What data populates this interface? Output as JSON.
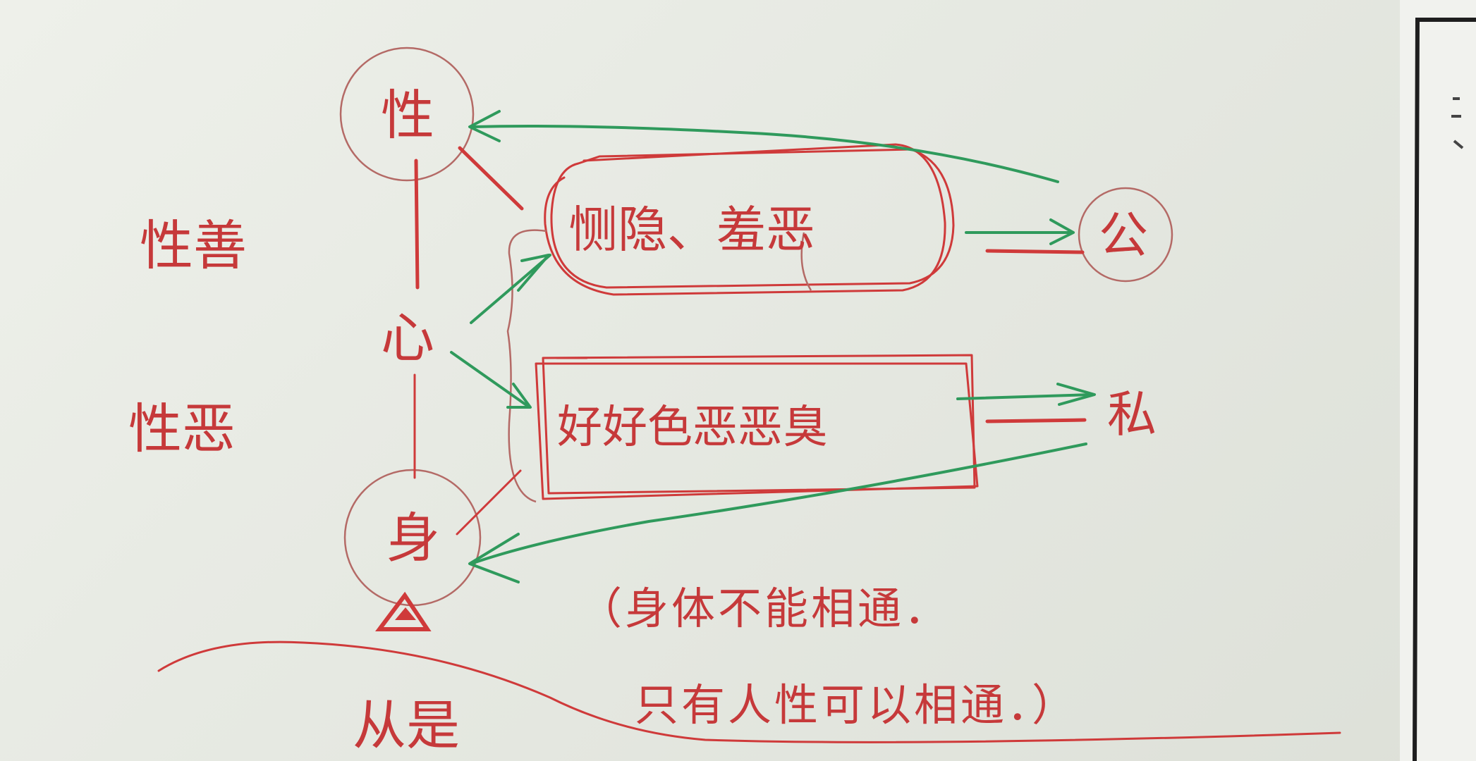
{
  "nodes": {
    "xing": "性",
    "xin": "心",
    "shen": "身",
    "gong": "公",
    "si": "私"
  },
  "side_labels": {
    "xing_shan": "性善",
    "xing_e": "性恶"
  },
  "boxes": {
    "upper": "恻隐、羞恶",
    "lower": "好好色恶恶臭"
  },
  "note": {
    "line1": "（身体不能相通．",
    "line2": "只有人性可以相通．）"
  },
  "bottom_fragment": "从是",
  "colors": {
    "red_ink": "#cf3a3a",
    "green_ink": "#2f9a5c",
    "pencil": "#b46a66",
    "paper": "#e9ece6"
  }
}
